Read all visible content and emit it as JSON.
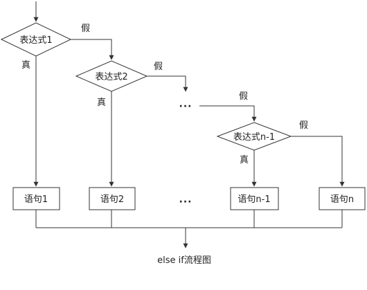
{
  "diagram": {
    "caption": "else if流程图",
    "nodes": {
      "expr1": "表达式1",
      "expr2": "表达式2",
      "exprn1": "表达式n-1",
      "stmt1": "语句1",
      "stmt2": "语句2",
      "stmtn1": "语句n-1",
      "stmtn": "语句n"
    },
    "edge_labels": {
      "true1": "真",
      "false1": "假",
      "true2": "真",
      "false2": "假",
      "truen1": "真",
      "falsen1": "假"
    },
    "ellipsis_top": "···",
    "ellipsis_mid": "···"
  },
  "colors": {
    "stroke": "#333333",
    "text": "#222222",
    "fill": "#ffffff"
  }
}
